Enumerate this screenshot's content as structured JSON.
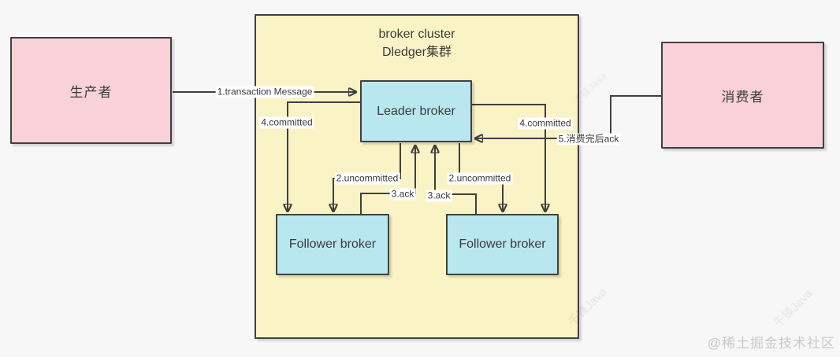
{
  "diagram": {
    "cluster": {
      "title_line1": "broker cluster",
      "title_line2": "Dledger集群"
    },
    "nodes": {
      "producer": {
        "label": "生产者"
      },
      "consumer": {
        "label": "消费者"
      },
      "leader": {
        "label": "Leader broker"
      },
      "follower_left": {
        "label": "Follower broker"
      },
      "follower_right": {
        "label": "Follower broker"
      }
    },
    "edges": {
      "transaction": {
        "label": "1.transaction Message"
      },
      "committed_left": {
        "label": "4.committed"
      },
      "uncommitted_left": {
        "label": "2.uncommitted"
      },
      "ack_left": {
        "label": "3.ack"
      },
      "ack_right": {
        "label": "3.ack"
      },
      "uncommitted_right": {
        "label": "2.uncommitted"
      },
      "committed_right": {
        "label": "4.committed"
      },
      "consumer_ack": {
        "label": "5.消费完后ack"
      }
    },
    "colors": {
      "cluster_fill": "#FAF3C5",
      "producer_consumer_fill": "#F9D1D9",
      "broker_fill": "#B9E7F0",
      "stroke": "#404040",
      "canvas_bg": "#F7F7F8",
      "watermark_gray": "#C9C9C9"
    },
    "watermarks": {
      "community": "@稀土掘金技术社区",
      "diagonal": "千锋Java"
    }
  }
}
